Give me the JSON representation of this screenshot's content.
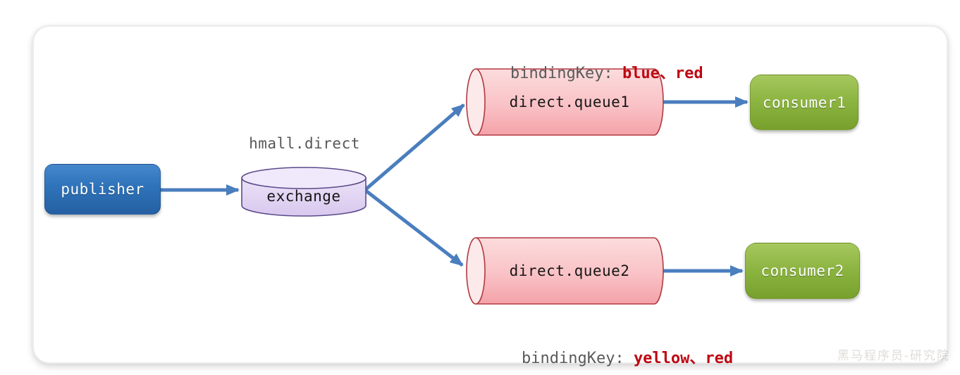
{
  "diagram": {
    "publisher": {
      "label": "publisher"
    },
    "exchange": {
      "name": "hmall.direct",
      "label": "exchange"
    },
    "queues": [
      {
        "label": "direct.queue1",
        "binding_prefix": "bindingKey: ",
        "binding_keys": "blue、red",
        "consumer": "consumer1"
      },
      {
        "label": "direct.queue2",
        "binding_prefix": "bindingKey: ",
        "binding_keys": "yellow、red",
        "consumer": "consumer2"
      }
    ],
    "watermark": "黑马程序员-研究院",
    "colors": {
      "publisher_fill": "#2e73ba",
      "consumer_fill": "#8cb441",
      "queue_fill": "#f9c2c6",
      "queue_border": "#b03a42",
      "exchange_fill": "#e2d4f3",
      "exchange_border": "#5a4a8a",
      "arrow": "#4a7ebe",
      "binding_key_red": "#be0712",
      "label_gray": "#585858"
    }
  }
}
